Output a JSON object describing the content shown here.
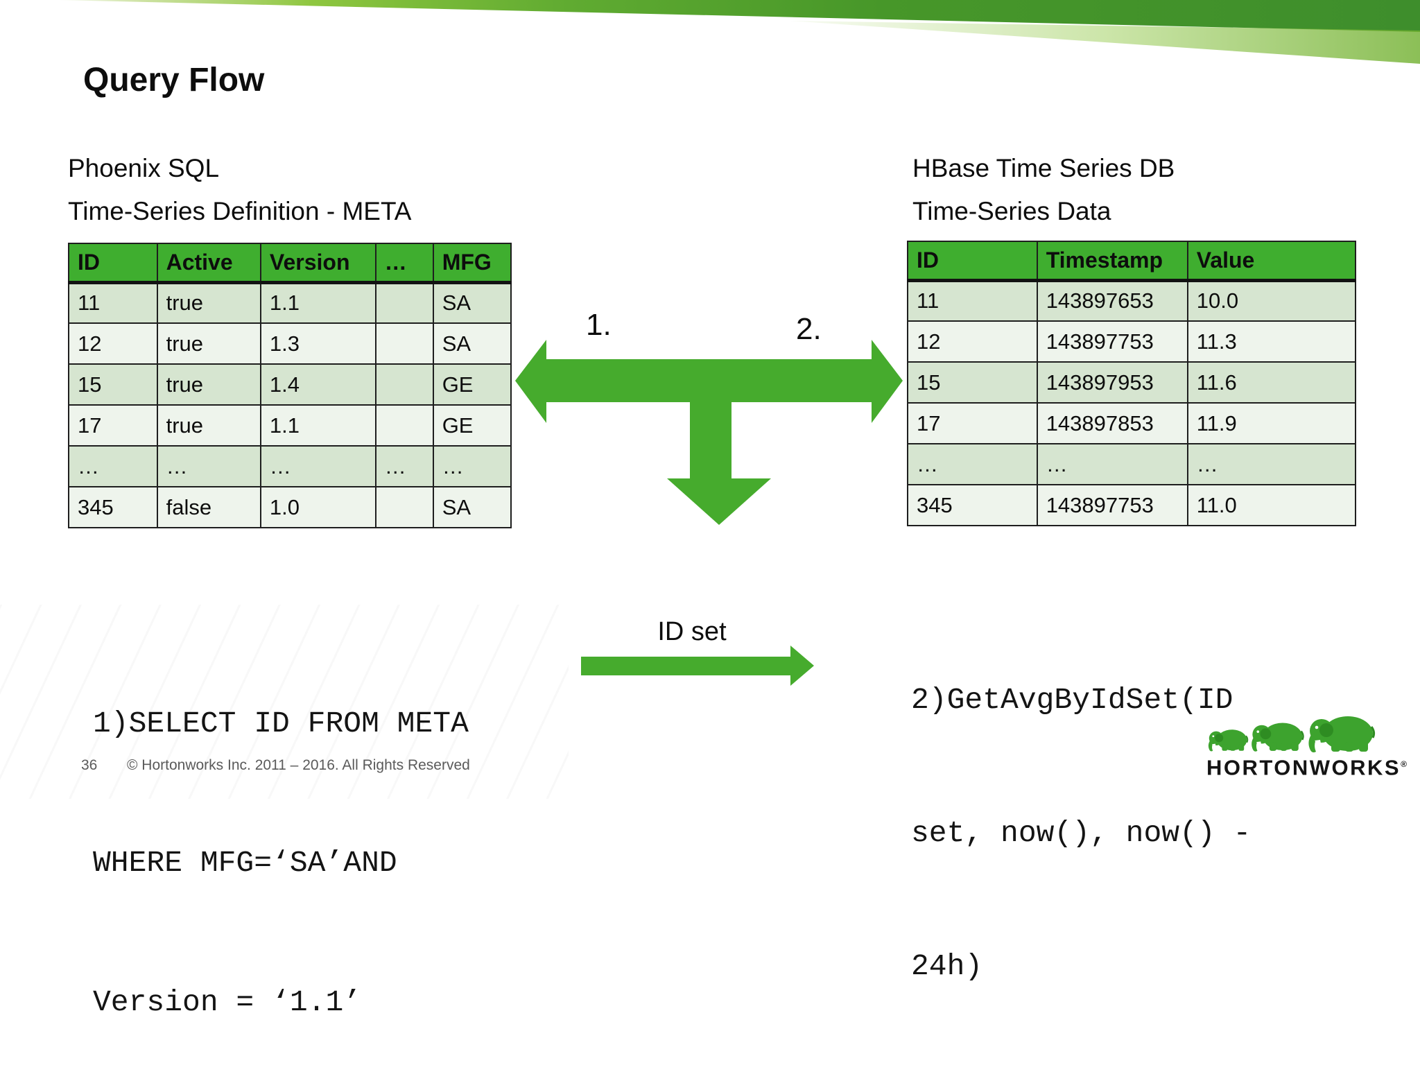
{
  "slide": {
    "title": "Query Flow",
    "page_number": "36",
    "copyright": "© Hortonworks Inc. 2011 – 2016. All Rights Reserved"
  },
  "left_section": {
    "heading_line1": "Phoenix SQL",
    "heading_line2": "Time-Series Definition - META",
    "table": {
      "headers": [
        "ID",
        "Active",
        "Version",
        "…",
        "MFG"
      ],
      "rows": [
        [
          "11",
          "true",
          "1.1",
          "",
          "SA"
        ],
        [
          "12",
          "true",
          "1.3",
          "",
          "SA"
        ],
        [
          "15",
          "true",
          "1.4",
          "",
          "GE"
        ],
        [
          "17",
          "true",
          "1.1",
          "",
          "GE"
        ],
        [
          "…",
          "…",
          "…",
          "…",
          "…"
        ],
        [
          "345",
          "false",
          "1.0",
          "",
          "SA"
        ]
      ]
    },
    "code_line1": "1)SELECT ID FROM META",
    "code_line2": "WHERE MFG=‘SA’AND",
    "code_line3": "Version = ‘1.1’"
  },
  "right_section": {
    "heading_line1": "HBase Time Series DB",
    "heading_line2": "Time-Series Data",
    "table": {
      "headers": [
        "ID",
        "Timestamp",
        "Value"
      ],
      "rows": [
        [
          "11",
          "143897653",
          "10.0"
        ],
        [
          "12",
          "143897753",
          "11.3"
        ],
        [
          "15",
          "143897953",
          "11.6"
        ],
        [
          "17",
          "143897853",
          "11.9"
        ],
        [
          "…",
          "…",
          "…"
        ],
        [
          "345",
          "143897753",
          "11.0"
        ]
      ]
    },
    "code_line1": "2)GetAvgByIdSet(ID",
    "code_line2": "set, now(), now() -",
    "code_line3": "24h)"
  },
  "flow": {
    "label_1": "1.",
    "label_2": "2.",
    "id_set_label": "ID set"
  },
  "logo": {
    "text": "HORTONWORKS",
    "reg": "®"
  },
  "colors": {
    "header_green": "#3fae2f",
    "arrow_green": "#46ab2d",
    "row_dark": "#d6e5d0",
    "row_light": "#eef4ec",
    "banner_dark": "#3e8e2c",
    "footer_gray": "#5a5a5a",
    "elephant_green": "#3da32e",
    "elephant_dark": "#2e8c22"
  }
}
